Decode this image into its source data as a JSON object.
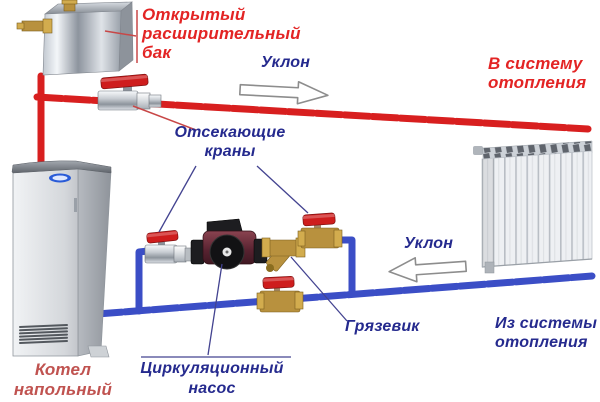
{
  "labels": {
    "expansion_tank": "Открытый\nрасширительный\nбак",
    "slope_supply": "Уклон",
    "to_system": "В систему\nотопления",
    "shutoff_valves": "Отсекающие\nкраны",
    "slope_return": "Уклон",
    "strainer": "Грязевик",
    "from_system": "Из системы\nотопления",
    "pump": "Циркуляционный\nнасос",
    "boiler": "Котел\nнапольный"
  },
  "colors": {
    "supply_pipe": "#d81f1f",
    "return_pipe": "#3b4ec6",
    "label_red": "#e32424",
    "label_navy": "#252a8e",
    "label_boiler": "#c05350",
    "leader_red": "#c84747",
    "leader_navy": "#434390",
    "arrow_outline": "#8d8d8d",
    "valve_handle": "#ce1d1d",
    "brass": "#b8913e"
  }
}
